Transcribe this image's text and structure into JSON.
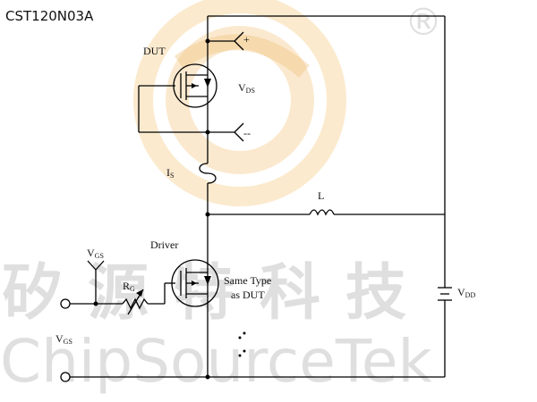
{
  "header": {
    "part_number": "CST120N03A"
  },
  "labels": {
    "dut": "DUT",
    "vds_main": "V",
    "vds_sub": "DS",
    "plus": "+",
    "minus": "--",
    "is_main": "I",
    "is_sub": "S",
    "inductor": "L",
    "driver": "Driver",
    "vgs_top_main": "V",
    "vgs_top_sub": "GS",
    "rg_main": "R",
    "rg_sub": "G",
    "same_type_line1": "Same Type",
    "same_type_line2": "as DUT",
    "vgs_bottom_main": "V",
    "vgs_bottom_sub": "GS",
    "vdd_main": "V",
    "vdd_sub": "DD"
  },
  "watermark": {
    "chinese": "矽源特科技",
    "english": "ChipSourceTek",
    "registered": "®",
    "logo_color": "#f4b860"
  }
}
